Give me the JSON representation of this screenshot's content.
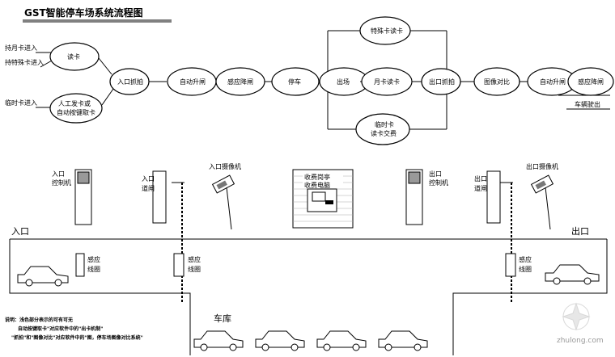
{
  "title": "GST智能停车场系统流程图",
  "flow": {
    "inputs": {
      "monthly": "持月卡进入",
      "special": "持特殊卡进入",
      "temp": "临时卡进入"
    },
    "nodes": {
      "read_card": "读卡",
      "manual_line1": "人工发卡或",
      "manual_line2": "自动按键取卡",
      "entry_capture": "入口抓拍",
      "auto_lift": "自动升闸",
      "sense_drop": "感应降闸",
      "parking": "停车",
      "exit_field": "出场",
      "special_read": "特殊卡读卡",
      "monthly_read": "月卡读卡",
      "temp_line1": "临时卡",
      "temp_line2": "读卡交费",
      "exit_capture": "出口抓拍",
      "image_compare": "图像对比",
      "auto_lift2": "自动升闸",
      "sense_drop2": "感应降闸"
    },
    "vehicle_exit": "车辆驶出"
  },
  "layout_labels": {
    "entry_controller_1": "入口",
    "entry_controller_2": "控制机",
    "entry_barrier_1": "入口",
    "entry_barrier_2": "道闸",
    "entry_camera": "入口摄像机",
    "booth_1": "收费岗亭",
    "booth_2": "收费电脑",
    "exit_controller_1": "出口",
    "exit_controller_2": "控制机",
    "exit_barrier_1": "出口",
    "exit_barrier_2": "道闸",
    "exit_camera": "出口摄像机",
    "entrance": "入口",
    "exit": "出口",
    "loop_left_1": "感应",
    "loop_left_2": "线圈",
    "loop_right_1": "感应",
    "loop_right_2": "线圈",
    "garage": "车库"
  },
  "notes": {
    "line1": "说明：浅色部分表示的可有可无",
    "line2": "自动按键取卡\"对应软件中的\"出卡机制\"",
    "line3": "\"抓拍\"和\"图像对比\"对应软件中的\"图，停车场图像对比系统\""
  },
  "watermark": "zhulong.com"
}
